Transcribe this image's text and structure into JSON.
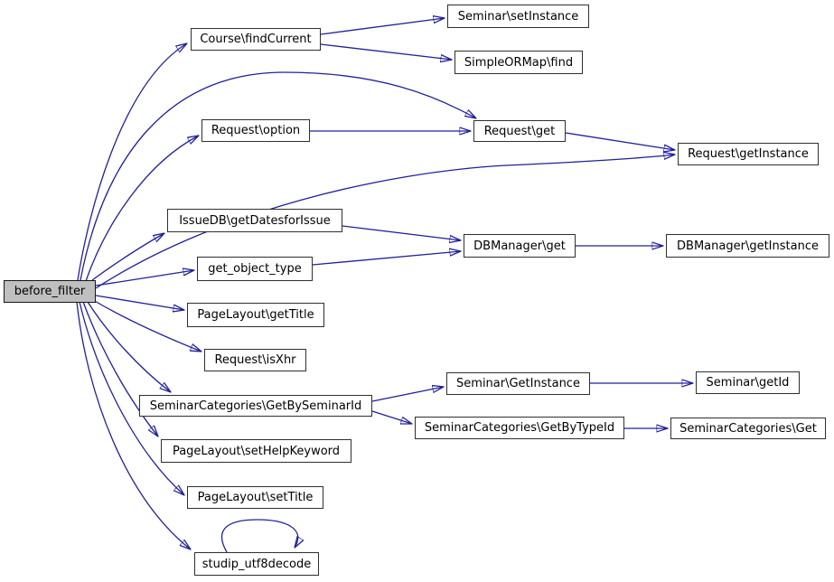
{
  "diagram": {
    "kind": "function-call-graph",
    "root": "before_filter",
    "colors": {
      "edge": "#20209b",
      "node_border": "#2f2f2f",
      "node_fill": "#ffffff",
      "root_fill": "#bfbfbf",
      "text": "#000000",
      "background": "#ffffff"
    },
    "nodes": {
      "before_filter": {
        "label": "before_filter"
      },
      "course_find_current": {
        "label": "Course\\findCurrent"
      },
      "seminar_set_instance": {
        "label": "Seminar\\setInstance"
      },
      "simple_ormap_find": {
        "label": "SimpleORMap\\find"
      },
      "request_option": {
        "label": "Request\\option"
      },
      "request_get": {
        "label": "Request\\get"
      },
      "request_get_instance": {
        "label": "Request\\getInstance"
      },
      "issuedb_get_dates_for_issue": {
        "label": "IssueDB\\getDatesforIssue"
      },
      "dbmanager_get": {
        "label": "DBManager\\get"
      },
      "dbmanager_get_instance": {
        "label": "DBManager\\getInstance"
      },
      "get_object_type": {
        "label": "get_object_type"
      },
      "pagelayout_get_title": {
        "label": "PageLayout\\getTitle"
      },
      "request_is_xhr": {
        "label": "Request\\isXhr"
      },
      "seminar_get_instance": {
        "label": "Seminar\\GetInstance"
      },
      "seminar_get_id": {
        "label": "Seminar\\getId"
      },
      "semcat_get_by_seminar_id": {
        "label": "SeminarCategories\\GetBySeminarId"
      },
      "semcat_get_by_type_id": {
        "label": "SeminarCategories\\GetByTypeId"
      },
      "semcat_get": {
        "label": "SeminarCategories\\Get"
      },
      "pagelayout_set_help_keyword": {
        "label": "PageLayout\\setHelpKeyword"
      },
      "pagelayout_set_title": {
        "label": "PageLayout\\setTitle"
      },
      "studip_utf8decode": {
        "label": "studip_utf8decode"
      }
    },
    "edges": [
      {
        "from": "before_filter",
        "to": "course_find_current"
      },
      {
        "from": "before_filter",
        "to": "request_get"
      },
      {
        "from": "before_filter",
        "to": "request_option"
      },
      {
        "from": "before_filter",
        "to": "request_get_instance"
      },
      {
        "from": "before_filter",
        "to": "issuedb_get_dates_for_issue"
      },
      {
        "from": "before_filter",
        "to": "get_object_type"
      },
      {
        "from": "before_filter",
        "to": "pagelayout_get_title"
      },
      {
        "from": "before_filter",
        "to": "request_is_xhr"
      },
      {
        "from": "before_filter",
        "to": "semcat_get_by_seminar_id"
      },
      {
        "from": "before_filter",
        "to": "pagelayout_set_help_keyword"
      },
      {
        "from": "before_filter",
        "to": "pagelayout_set_title"
      },
      {
        "from": "before_filter",
        "to": "studip_utf8decode"
      },
      {
        "from": "course_find_current",
        "to": "seminar_set_instance"
      },
      {
        "from": "course_find_current",
        "to": "simple_ormap_find"
      },
      {
        "from": "request_option",
        "to": "request_get"
      },
      {
        "from": "request_get",
        "to": "request_get_instance"
      },
      {
        "from": "issuedb_get_dates_for_issue",
        "to": "dbmanager_get"
      },
      {
        "from": "get_object_type",
        "to": "dbmanager_get"
      },
      {
        "from": "dbmanager_get",
        "to": "dbmanager_get_instance"
      },
      {
        "from": "semcat_get_by_seminar_id",
        "to": "seminar_get_instance"
      },
      {
        "from": "semcat_get_by_seminar_id",
        "to": "semcat_get_by_type_id"
      },
      {
        "from": "seminar_get_instance",
        "to": "seminar_get_id"
      },
      {
        "from": "semcat_get_by_type_id",
        "to": "semcat_get"
      },
      {
        "from": "studip_utf8decode",
        "to": "studip_utf8decode"
      }
    ]
  }
}
